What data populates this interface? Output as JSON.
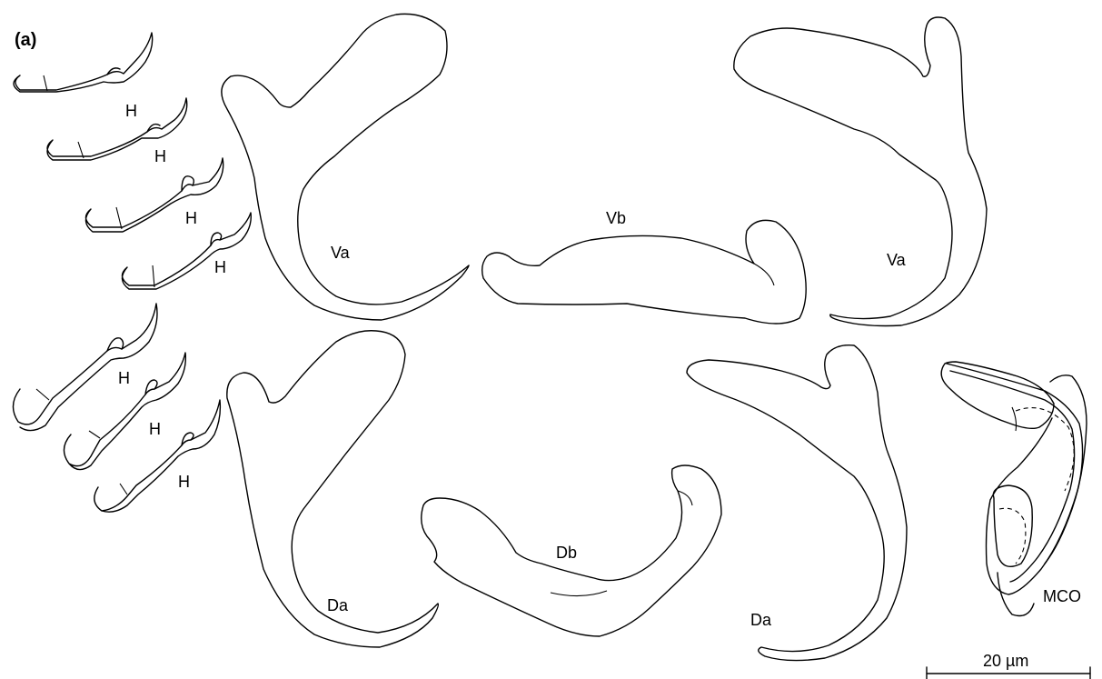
{
  "panel_label": "(a)",
  "labels": {
    "hook": "H",
    "ventral_anchor": "Va",
    "ventral_bar": "Vb",
    "dorsal_anchor": "Da",
    "dorsal_bar": "Db",
    "male_copulatory_organ": "MCO"
  },
  "scale_bar": {
    "label": "20 µm"
  }
}
